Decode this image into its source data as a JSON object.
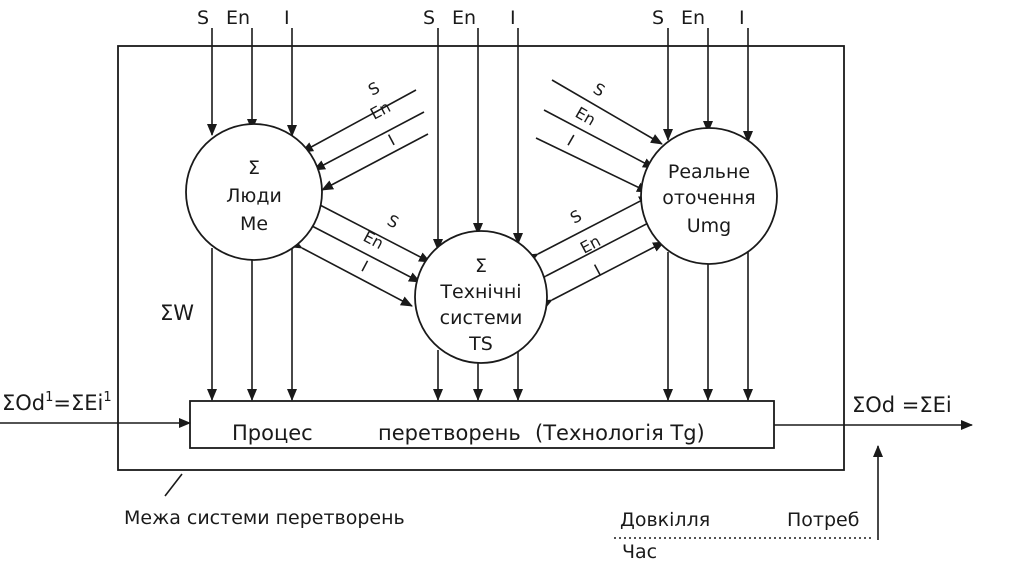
{
  "inputs": {
    "s": "S",
    "en": "En",
    "i": "I"
  },
  "nodes": {
    "people": {
      "sigma": "Σ",
      "line1": "Люди",
      "line2": "Me"
    },
    "env": {
      "line1": "Реальне",
      "line2": "оточення",
      "line3": "Umg"
    },
    "tech": {
      "sigma": "Σ",
      "line1": "Технічні",
      "line2": "системи",
      "line3": "TS"
    }
  },
  "process": {
    "word1": "Процес",
    "word2": "перетворень",
    "word3": "(Технологія Tg)"
  },
  "left_label": {
    "a": "ΣOd",
    "sup1": "1",
    "b": "=ΣEi",
    "sup2": "1"
  },
  "right_label": "ΣOd =ΣEi",
  "sigma_w": "ΣW",
  "boundary_label": "Межа системи перетворень",
  "legend": {
    "env": "Довкілля",
    "need": "Потреб",
    "time": "Час"
  }
}
